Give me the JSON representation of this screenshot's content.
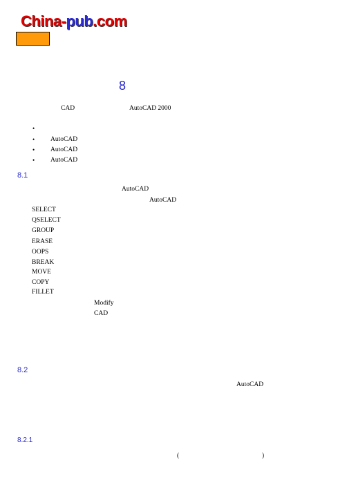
{
  "logo": {
    "part1": "China-",
    "part2": "pub",
    "part3": ".com"
  },
  "chapter_number": "8",
  "intro": {
    "left": "CAD",
    "right": "AutoCAD 2000"
  },
  "bullets": [
    "",
    "AutoCAD",
    "AutoCAD",
    "AutoCAD"
  ],
  "section_8_1": {
    "heading": "8.1",
    "line1": "AutoCAD",
    "line2": "AutoCAD",
    "commands": [
      "SELECT",
      "QSELECT",
      "GROUP",
      "ERASE",
      "OOPS",
      "BREAK",
      "MOVE",
      "COPY",
      "FILLET"
    ],
    "tail1": "Modify",
    "tail2": "CAD"
  },
  "section_8_2": {
    "heading": "8.2",
    "line1": "AutoCAD"
  },
  "section_8_2_1": {
    "heading": "8.2.1",
    "paren_open": "(",
    "paren_close": ")"
  }
}
